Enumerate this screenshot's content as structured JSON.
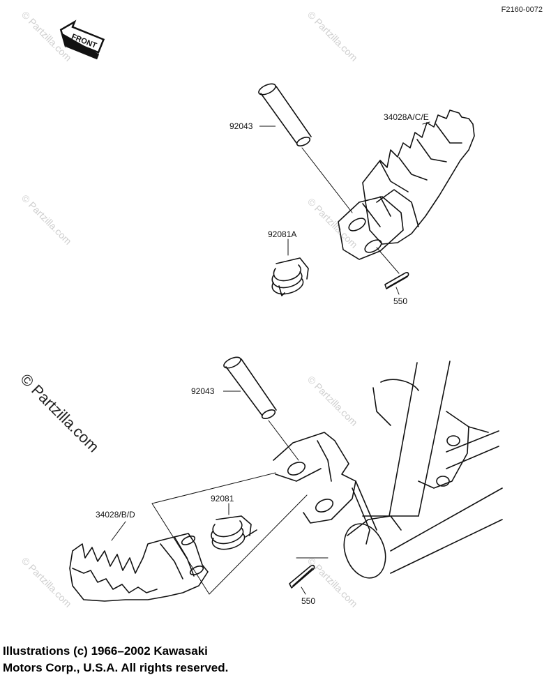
{
  "figure_id": "F2160-0072",
  "front_label": "FRONT",
  "watermark_text": "© Partzilla.com",
  "parts": {
    "pin_upper": "92043",
    "footpeg_upper": "34028A/C/E",
    "spring_upper": "92081A",
    "cotter_upper": "550",
    "pin_lower": "92043",
    "footpeg_lower": "34028/B/D",
    "spring_lower": "92081",
    "cotter_lower": "550"
  },
  "copyright": {
    "line1": "Illustrations (c) 1966–2002 Kawasaki",
    "line2": "Motors Corp., U.S.A.  All rights reserved."
  }
}
